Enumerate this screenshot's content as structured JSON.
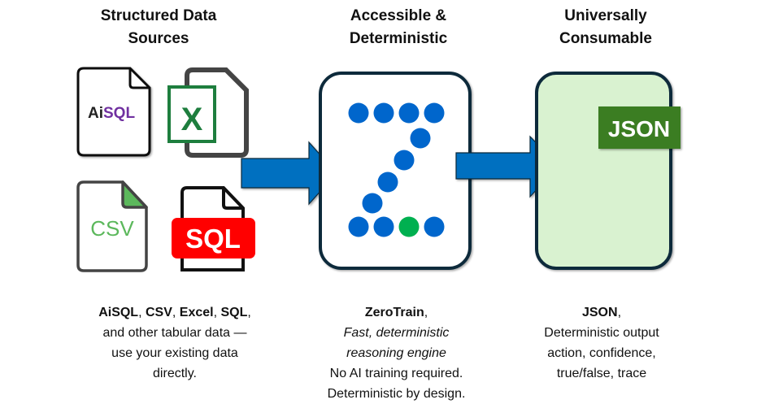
{
  "columns": [
    {
      "heading": [
        "Structured Data",
        "Sources"
      ],
      "caption": {
        "bold_items": [
          {
            "text": "AiSQL"
          },
          {
            "text": "CSV"
          },
          {
            "text": "Excel"
          },
          {
            "text": "SQL"
          }
        ],
        "line2": "and other tabular data —",
        "line3": "use your existing data",
        "line4": "directly."
      }
    },
    {
      "heading": [
        "Accessible &",
        "Deterministic"
      ],
      "caption": {
        "bold": "ZeroTrain",
        "italic1": "Fast, deterministic",
        "italic2": "reasoning engine",
        "line4": "No AI training required.",
        "line5": "Deterministic by design."
      }
    },
    {
      "heading": [
        "Universally",
        "Consumable"
      ],
      "caption": {
        "bold": "JSON",
        "line2": "Deterministic output",
        "line3": "action, confidence,",
        "line4": "true/false, trace"
      }
    }
  ],
  "icons": {
    "aisql": {
      "text_ai": "AiSQL",
      "text_ai_prefix": "Ai",
      "text_ai_suffix": "SQL"
    },
    "excel": {
      "letter": "X"
    },
    "csv": {
      "text": "CSV"
    },
    "sql": {
      "text": "SQL"
    },
    "json_badge": {
      "text": "JSON"
    }
  },
  "engine_logo": {
    "name": "ZeroTrain Z logo",
    "dots": 12,
    "highlight_dot": "bottom row, third"
  },
  "colors": {
    "arrow_blue": "#0070C0",
    "dot_blue": "#0066CC",
    "dot_green": "#00B050",
    "box_border": "#0E2A3B",
    "output_fill": "#D9F2D0",
    "json_green": "#3A7D22",
    "excel_green": "#1E7E3E",
    "csv_green": "#5CB85C",
    "sql_red": "#FF0000",
    "aisql_purple": "#7030A0"
  }
}
